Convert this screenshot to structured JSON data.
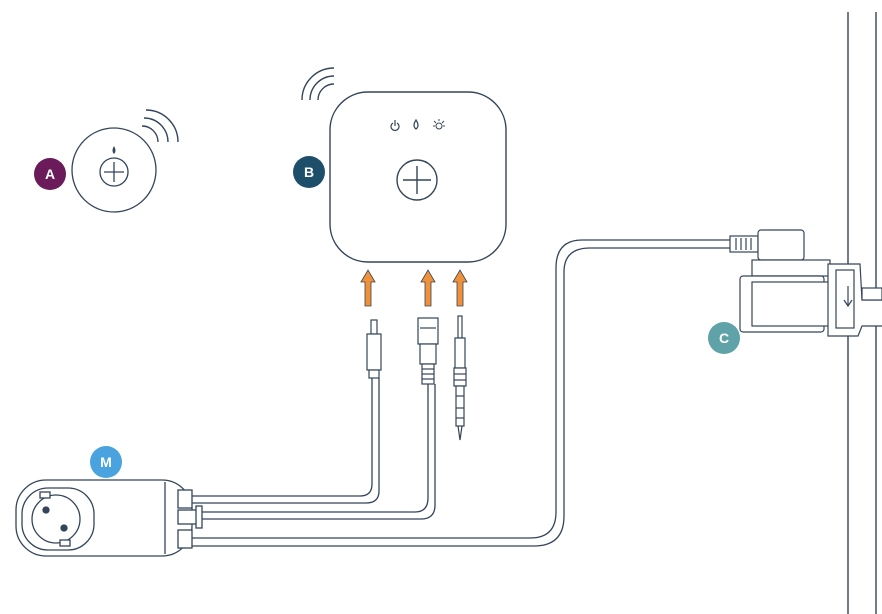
{
  "badges": {
    "a": {
      "label": "A",
      "color": "#6b1a5a"
    },
    "b": {
      "label": "B",
      "color": "#1d4f6b"
    },
    "c": {
      "label": "C",
      "color": "#5fa3a8"
    },
    "m": {
      "label": "M",
      "color": "#4aa3df"
    }
  },
  "colors": {
    "line": "#34455a",
    "arrow": "#f0913a",
    "pipe": "#dfe3e8"
  },
  "icons": [
    "wifi-icon",
    "power-icon",
    "water-drop-icon",
    "sun-icon",
    "cross-button-icon",
    "drop-icon"
  ]
}
